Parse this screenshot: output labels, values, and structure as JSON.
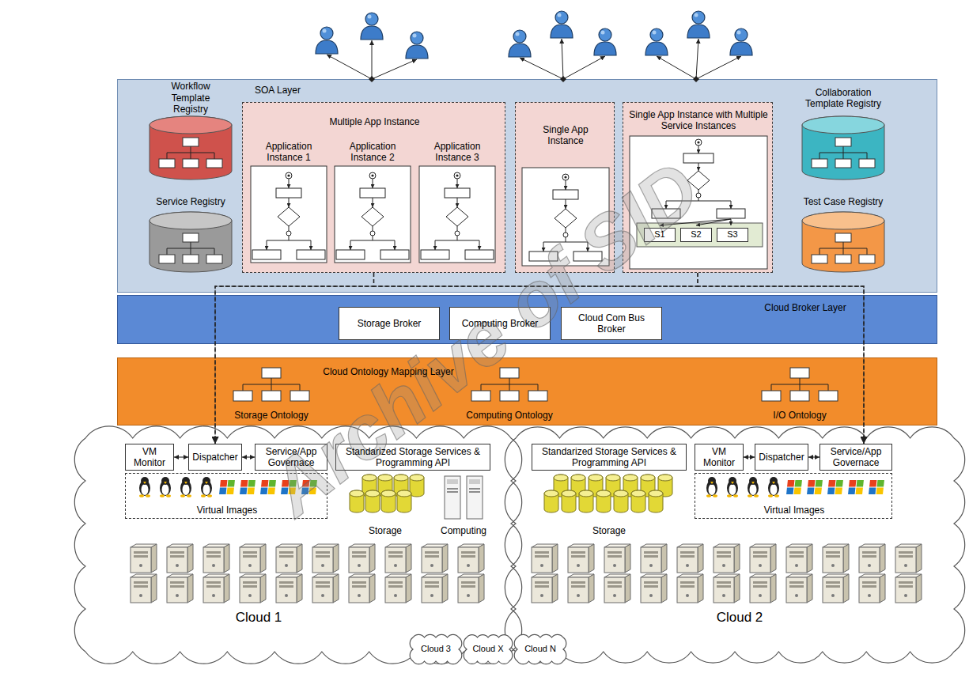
{
  "diagram": {
    "nodes": [
      {
        "text": [
          "SOA Layer"
        ]
      },
      {
        "text": [
          "Workflow Template Registry"
        ],
        "in": 0
      },
      {
        "text": [
          "Multiple App Instance"
        ],
        "in": 0
      },
      {
        "text": [
          "Application Instance 1"
        ],
        "in": 2
      },
      {
        "text": [
          "Application Instance 2"
        ],
        "in": 2
      },
      {
        "text": [
          "Application Instance 3"
        ],
        "in": 2
      },
      {
        "text": [
          "Single App Instance"
        ],
        "in": 0
      },
      {
        "text": [
          "Single App Instance with Multiple Service Instances"
        ],
        "in": 0
      },
      {
        "text": [
          "S1"
        ],
        "in": 7
      },
      {
        "text": [
          "S2"
        ],
        "in": 7
      },
      {
        "text": [
          "S3"
        ],
        "in": 7
      },
      {
        "text": [
          "Collaboration Template Registry"
        ],
        "in": 0
      },
      {
        "text": [
          "Service Registry"
        ],
        "in": 0
      },
      {
        "text": [
          "Test Case Registry"
        ],
        "in": 0
      },
      {
        "text": [
          "Cloud Broker Layer"
        ]
      },
      {
        "text": [
          "Storage Broker"
        ],
        "in": 14
      },
      {
        "text": [
          "Computing Broker"
        ],
        "in": 14
      },
      {
        "text": [
          "Cloud Com Bus Broker"
        ],
        "in": 14
      },
      {
        "text": [
          "Cloud Ontology Mapping Layer"
        ]
      },
      {
        "text": [
          "Storage Ontology"
        ],
        "in": 18
      },
      {
        "text": [
          "Computing Ontology"
        ],
        "in": 18
      },
      {
        "text": [
          "I/O Ontology"
        ],
        "in": 18
      },
      {
        "text": [
          "Cloud 1"
        ]
      },
      {
        "text": [
          "VM Monitor"
        ],
        "in": 22
      },
      {
        "text": [
          "Dispatcher"
        ],
        "in": 22
      },
      {
        "text": [
          "Service/App Governace"
        ],
        "in": 22
      },
      {
        "text": [
          "Standarized Storage Services & Programming API"
        ],
        "in": 22
      },
      {
        "text": [
          "Virtual Images"
        ],
        "in": 22
      },
      {
        "text": [
          "Storage"
        ],
        "in": 22
      },
      {
        "text": [
          "Computing"
        ],
        "in": 22
      },
      {
        "text": [
          "Cloud 2"
        ]
      },
      {
        "text": [
          "Standarized Storage Services & Programming API"
        ],
        "in": 30
      },
      {
        "text": [
          "VM Monitor"
        ],
        "in": 30
      },
      {
        "text": [
          "Dispatcher"
        ],
        "in": 30
      },
      {
        "text": [
          "Service/App Governace"
        ],
        "in": 30
      },
      {
        "text": [
          "Storage"
        ],
        "in": 30
      },
      {
        "text": [
          "Virtual Images"
        ],
        "in": 30
      },
      {
        "text": [
          "Cloud 3"
        ]
      },
      {
        "text": [
          "Cloud X"
        ]
      },
      {
        "text": [
          "Cloud N"
        ]
      }
    ],
    "edges": [
      {
        "from": 2,
        "to": 24,
        "arrow": "to"
      },
      {
        "from": 2,
        "to": 34,
        "arrow": "to"
      },
      {
        "from": 7,
        "to": 24,
        "arrow": "to"
      },
      {
        "from": 7,
        "to": 34,
        "arrow": "to"
      },
      {
        "from": 23,
        "to": 24,
        "arrow": "both"
      },
      {
        "from": 24,
        "to": 25,
        "arrow": "both"
      },
      {
        "from": 32,
        "to": 33,
        "arrow": "both"
      },
      {
        "from": 33,
        "to": 34,
        "arrow": "both"
      }
    ],
    "labels": [
      "Archive of SID"
    ]
  }
}
